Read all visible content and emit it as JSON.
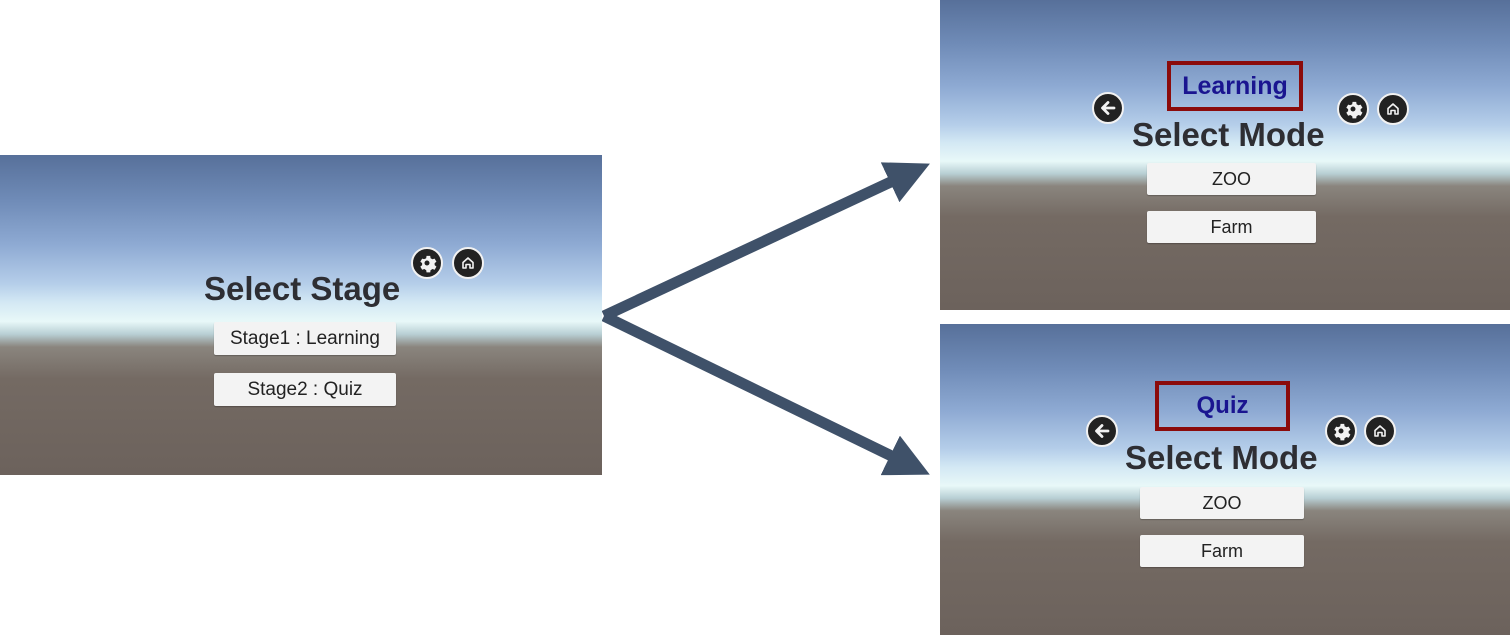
{
  "main_screen": {
    "title": "Select Stage",
    "buttons": [
      {
        "label": "Stage1 : Learning"
      },
      {
        "label": "Stage2 : Quiz"
      }
    ],
    "icons": [
      "gear-icon",
      "home-icon"
    ]
  },
  "learning_screen": {
    "mode_label": "Learning",
    "title": "Select Mode",
    "buttons": [
      {
        "label": "ZOO"
      },
      {
        "label": "Farm"
      }
    ],
    "icons": [
      "back-arrow-icon",
      "gear-icon",
      "home-icon"
    ]
  },
  "quiz_screen": {
    "mode_label": "Quiz",
    "title": "Select Mode",
    "buttons": [
      {
        "label": "ZOO"
      },
      {
        "label": "Farm"
      }
    ],
    "icons": [
      "back-arrow-icon",
      "gear-icon",
      "home-icon"
    ]
  },
  "colors": {
    "arrow": "#3f5169",
    "highlight_border": "#8b0b0b",
    "mode_text": "#1a1590",
    "title_text": "#2e2e33"
  }
}
